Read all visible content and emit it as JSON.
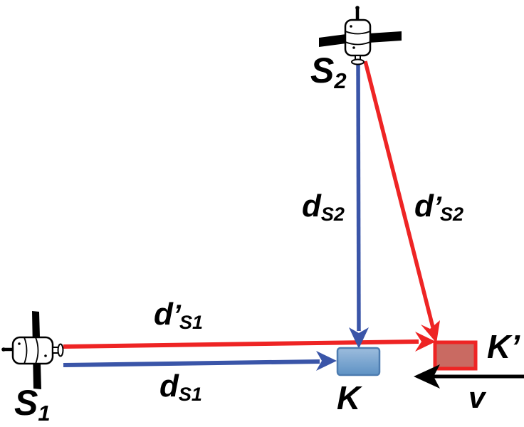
{
  "figure": {
    "title": "satellite-ranging-diagram",
    "background": "#ffffff",
    "colors": {
      "blue_line": "#3a55a8",
      "red_line": "#ee2424",
      "black": "#000000",
      "k_fill_top": "#9cbcdd",
      "k_fill_bottom": "#5e92c4",
      "k_border": "#4d7cb0",
      "kprime_fill": "#c96a62",
      "kprime_border": "#ee2424",
      "satellite_body": "#ffffff",
      "satellite_panel": "#000000"
    },
    "icons": {
      "s1": "satellite-icon",
      "s2": "satellite-icon"
    },
    "labels": {
      "s2": {
        "main": "S",
        "sub": "2"
      },
      "s1": {
        "main": "S",
        "sub": "1"
      },
      "d_s2": {
        "main": "d",
        "sub": "S2"
      },
      "d_prime_s2": {
        "main": "d",
        "prime": "’",
        "sub": "S2"
      },
      "d_prime_s1": {
        "main": "d",
        "prime": "’",
        "sub": "S1"
      },
      "d_s1": {
        "main": "d",
        "sub": "S1"
      },
      "k": "K",
      "k_prime": "K’",
      "v": "v"
    }
  }
}
